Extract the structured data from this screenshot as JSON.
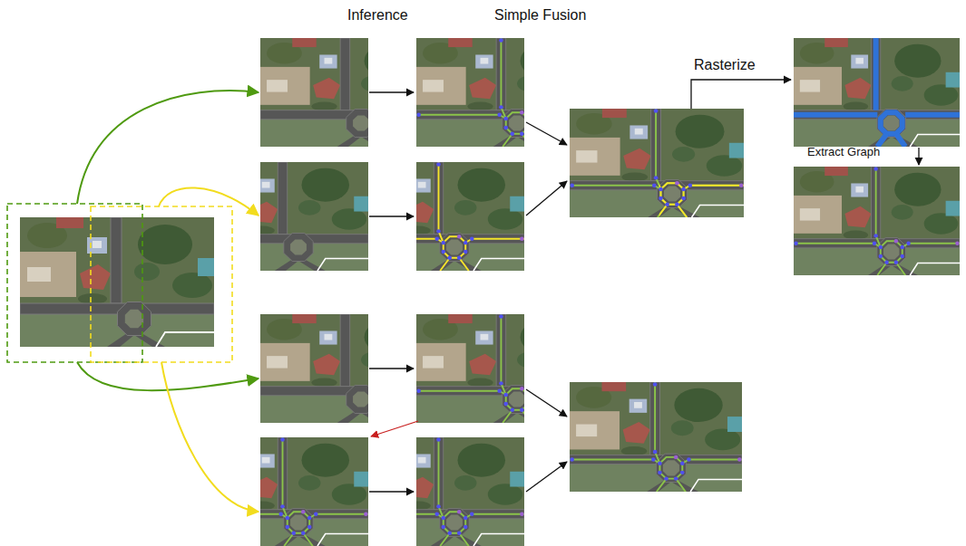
{
  "diagram": {
    "labels": [
      "Inference",
      "Simple Fusion",
      "Rasterize",
      "Extract Graph"
    ]
  }
}
